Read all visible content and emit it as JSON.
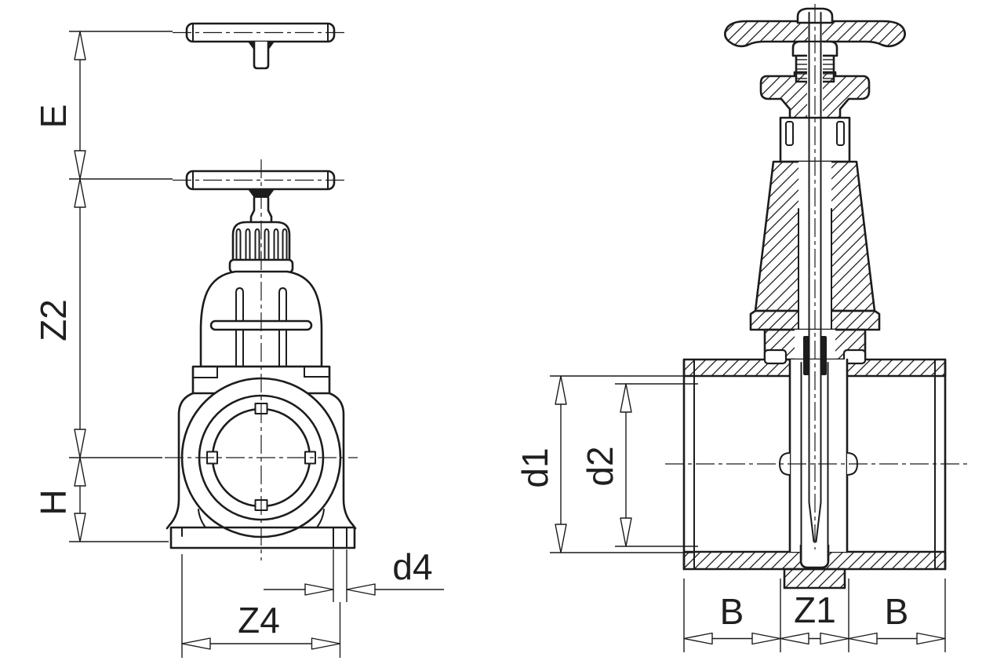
{
  "labels": {
    "e": "E",
    "z2": "Z2",
    "h": "H",
    "z4": "Z4",
    "d4": "d4",
    "d1": "d1",
    "d2": "d2",
    "b_left": "B",
    "z1": "Z1",
    "b_right": "B"
  },
  "colors": {
    "line": "#1c1c1c",
    "background": "#ffffff"
  }
}
